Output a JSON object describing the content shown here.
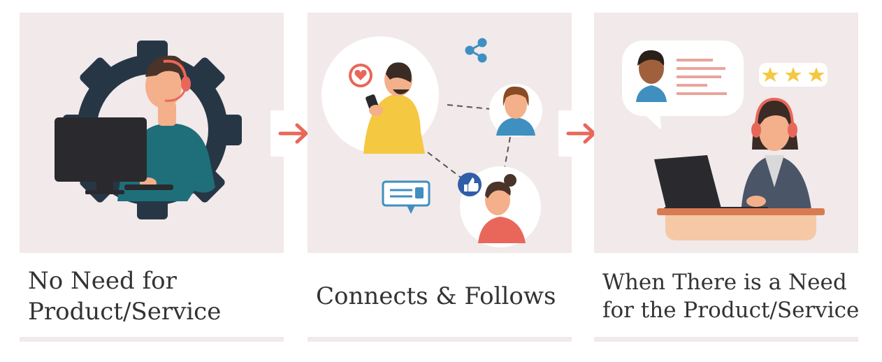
{
  "steps": [
    {
      "title_line1": "No Need for",
      "title_line2": "Product/Service",
      "illustration": "support-agent-gear-icon"
    },
    {
      "title_line1": "Connects & Follows",
      "title_line2": "",
      "illustration": "social-network-icon"
    },
    {
      "title_line1": "When There is a Need",
      "title_line2": "for the Product/Service",
      "illustration": "support-agent-review-icon"
    }
  ],
  "colors": {
    "panel_bg": "#f1e9ea",
    "arrow": "#e8675a",
    "text": "#333333",
    "gear": "#263645",
    "accent_red": "#e8675a",
    "teal": "#1f6f7a",
    "yellow": "#f5c842",
    "share_blue": "#3f8fc0"
  }
}
